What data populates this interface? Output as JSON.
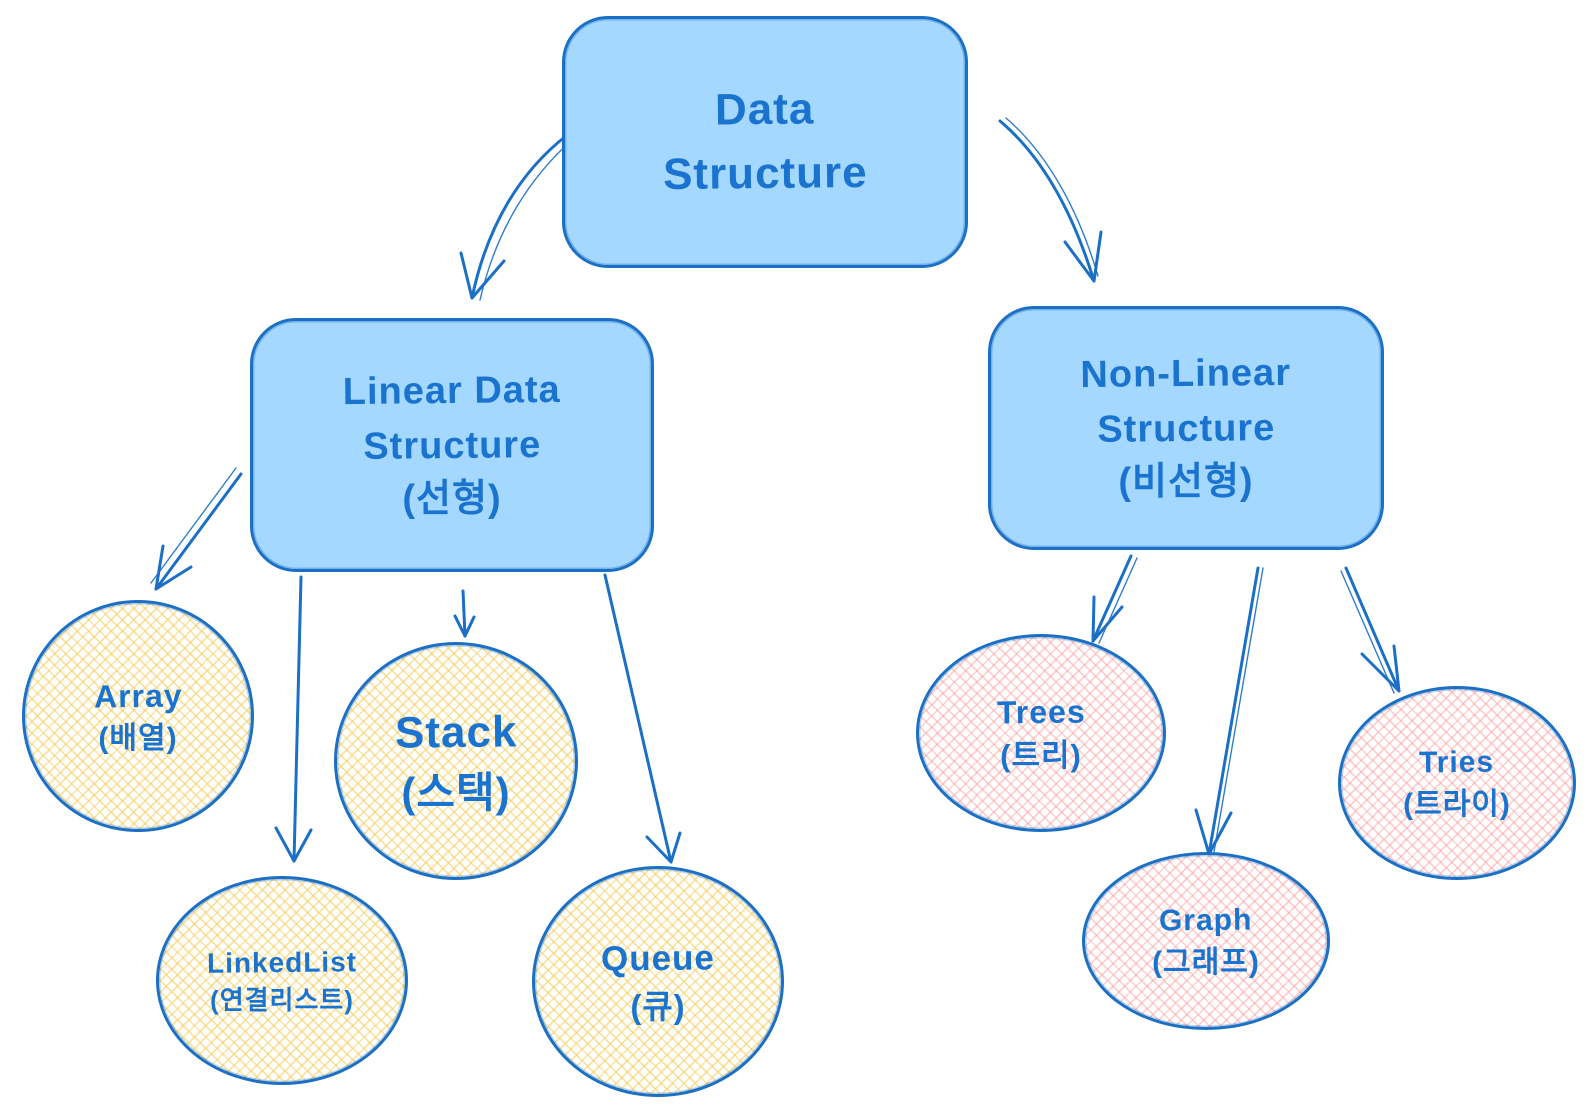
{
  "diagram": {
    "title": "Data Structure classification diagram",
    "style": "hand-drawn (excalidraw-like) flowchart",
    "colors": {
      "stroke": "#1b6fc4",
      "text": "#1a73cf",
      "fill-blue": "#a5d8ff",
      "hatch-yellow": "rgba(246, 203, 86, 0.55)",
      "hatch-pink": "rgba(255, 150, 150, 0.45)"
    },
    "nodes": {
      "root": {
        "en": "Data Structure"
      },
      "linear": {
        "en": "Linear Data Structure",
        "ko": "(선형)"
      },
      "nonlinear": {
        "en": "Non-Linear Structure",
        "ko": "(비선형)"
      },
      "array": {
        "en": "Array",
        "ko": "(배열)"
      },
      "linkedlist": {
        "en": "LinkedList",
        "ko": "(연결리스트)"
      },
      "stack": {
        "en": "Stack",
        "ko": "(스택)"
      },
      "queue": {
        "en": "Queue",
        "ko": "(큐)"
      },
      "trees": {
        "en": "Trees",
        "ko": "(트리)"
      },
      "graph": {
        "en": "Graph",
        "ko": "(그래프)"
      },
      "tries": {
        "en": "Tries",
        "ko": "(트라이)"
      }
    },
    "edges": [
      {
        "from": "root",
        "to": "linear"
      },
      {
        "from": "root",
        "to": "nonlinear"
      },
      {
        "from": "linear",
        "to": "array"
      },
      {
        "from": "linear",
        "to": "linkedlist"
      },
      {
        "from": "linear",
        "to": "stack"
      },
      {
        "from": "linear",
        "to": "queue"
      },
      {
        "from": "nonlinear",
        "to": "trees"
      },
      {
        "from": "nonlinear",
        "to": "graph"
      },
      {
        "from": "nonlinear",
        "to": "tries"
      }
    ]
  }
}
